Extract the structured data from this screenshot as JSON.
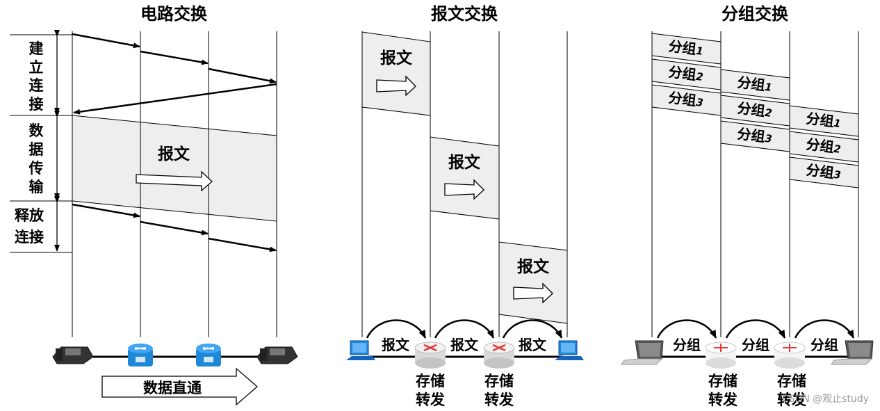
{
  "titles": {
    "circuit": "电路交换",
    "message": "报文交换",
    "packet": "分组交换"
  },
  "circuit": {
    "phases": {
      "setup": [
        "建",
        "立",
        "连",
        "接"
      ],
      "transfer": [
        "数",
        "据",
        "传",
        "输"
      ],
      "release": [
        "释放",
        "连接"
      ]
    },
    "message_label": "报文",
    "direct_label": "数据直通"
  },
  "message": {
    "block_label": "报文",
    "link_label": "报文",
    "node_label_1": "存储",
    "node_label_2": "转发"
  },
  "packet": {
    "packet_base": "分组",
    "packet_indices": [
      "1",
      "2",
      "3"
    ],
    "link_label": "分组",
    "node_label_1": "存储",
    "node_label_2": "转发"
  },
  "watermark": "CSDN @观止study",
  "colors": {
    "block_fill": "#eeeeee",
    "line": "#000000",
    "device_blue": "#1e88d8",
    "router_accent": "#e53935"
  }
}
